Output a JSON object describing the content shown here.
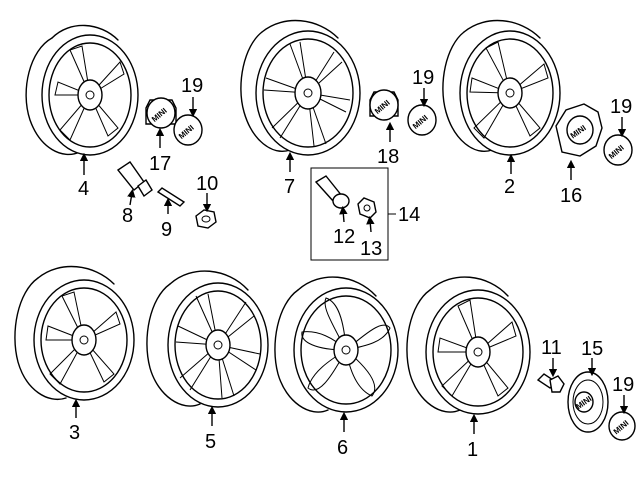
{
  "callouts": {
    "c1": "1",
    "c2": "2",
    "c3": "3",
    "c4": "4",
    "c5": "5",
    "c6": "6",
    "c7": "7",
    "c8": "8",
    "c9": "9",
    "c10": "10",
    "c11": "11",
    "c12": "12",
    "c13": "13",
    "c14": "14",
    "c15": "15",
    "c16": "16",
    "c17": "17",
    "c18": "18",
    "c19a": "19",
    "c19b": "19",
    "c19c": "19",
    "c19d": "19"
  },
  "logos": {
    "cap17": "MINI",
    "cap18": "MINI",
    "emb19a": "MINI",
    "emb19b": "MINI",
    "emb19c": "MINI",
    "emb19d": "MINI",
    "cap16": "MINI",
    "cap15": "MINI"
  }
}
